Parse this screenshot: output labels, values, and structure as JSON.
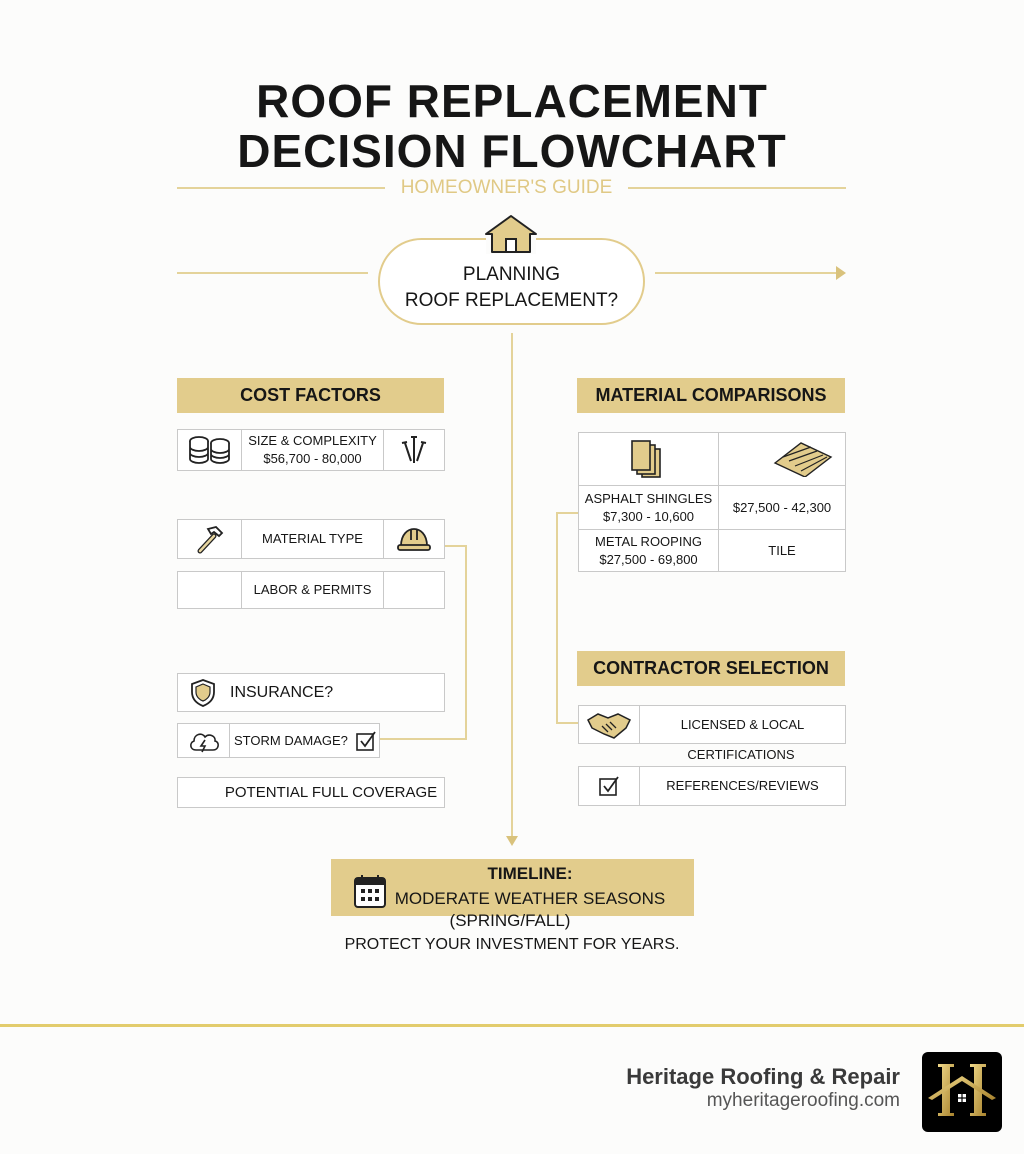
{
  "title": {
    "line1": "ROOF REPLACEMENT",
    "line2": "DECISION FLOWCHART",
    "subtitle": "HOMEOWNER'S GUIDE"
  },
  "start": {
    "line1": "PLANNING",
    "line2": "ROOF REPLACEMENT?"
  },
  "cost": {
    "header": "COST FACTORS",
    "size_label": "SIZE & COMPLEXITY",
    "size_range": "$56,700 - 80,000",
    "material": "MATERIAL TYPE",
    "labor": "LABOR & PERMITS",
    "insurance": "INSURANCE?",
    "storm": "STORM DAMAGE?",
    "coverage": "POTENTIAL FULL COVERAGE"
  },
  "materials": {
    "header": "MATERIAL COMPARISONS",
    "asphalt": "ASPHALT SHINGLES",
    "asphalt_range": "$7,300 - 10,600",
    "tile_range": "$27,500 - 42,300",
    "metal": "METAL ROOPING",
    "metal_range": "$27,500 - 69,800",
    "tile": "TILE"
  },
  "contractor": {
    "header": "CONTRACTOR SELECTION",
    "licensed": "LICENSED & LOCAL",
    "certifications": "CERTIFICATIONS",
    "references": "REFERENCES/REVIEWS"
  },
  "timeline": {
    "label": "TIMELINE:",
    "line1": "MODERATE WEATHER SEASONS",
    "line2": "(SPRING/FALL)",
    "closing": "PROTECT YOUR INVESTMENT FOR YEARS."
  },
  "footer": {
    "brand": "Heritage Roofing & Repair",
    "url": "myheritageroofing.com"
  },
  "colors": {
    "gold": "#e2cc8c",
    "line": "#e4d39a"
  }
}
